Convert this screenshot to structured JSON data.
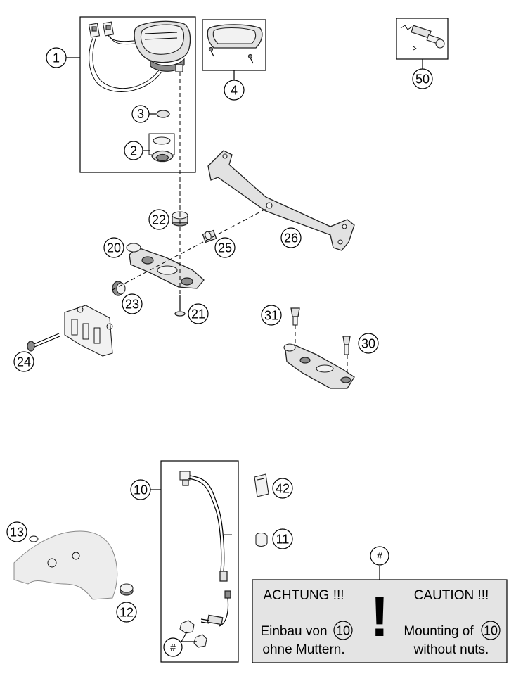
{
  "callouts": {
    "c1": "1",
    "c2": "2",
    "c3": "3",
    "c4": "4",
    "c50": "50",
    "c22": "22",
    "c20": "20",
    "c25": "25",
    "c26": "26",
    "c23": "23",
    "c21": "21",
    "c24": "24",
    "c31": "31",
    "c30": "30",
    "c10": "10",
    "c42": "42",
    "c13": "13",
    "c11": "11",
    "c12": "12",
    "hash_note": "#",
    "hash_sensor": "#"
  },
  "note": {
    "left_title": "ACHTUNG !!!",
    "left_line1": "Einbau von",
    "left_ref": "10",
    "left_line2": "ohne Muttern.",
    "right_title": "CAUTION !!!",
    "right_line1": "Mounting of",
    "right_ref": "10",
    "right_line2": "without nuts.",
    "exclamation": "!"
  },
  "colors": {
    "ink": "#000000",
    "note_background": "#e4e4e4",
    "part_fill": "#e2e2e2"
  }
}
